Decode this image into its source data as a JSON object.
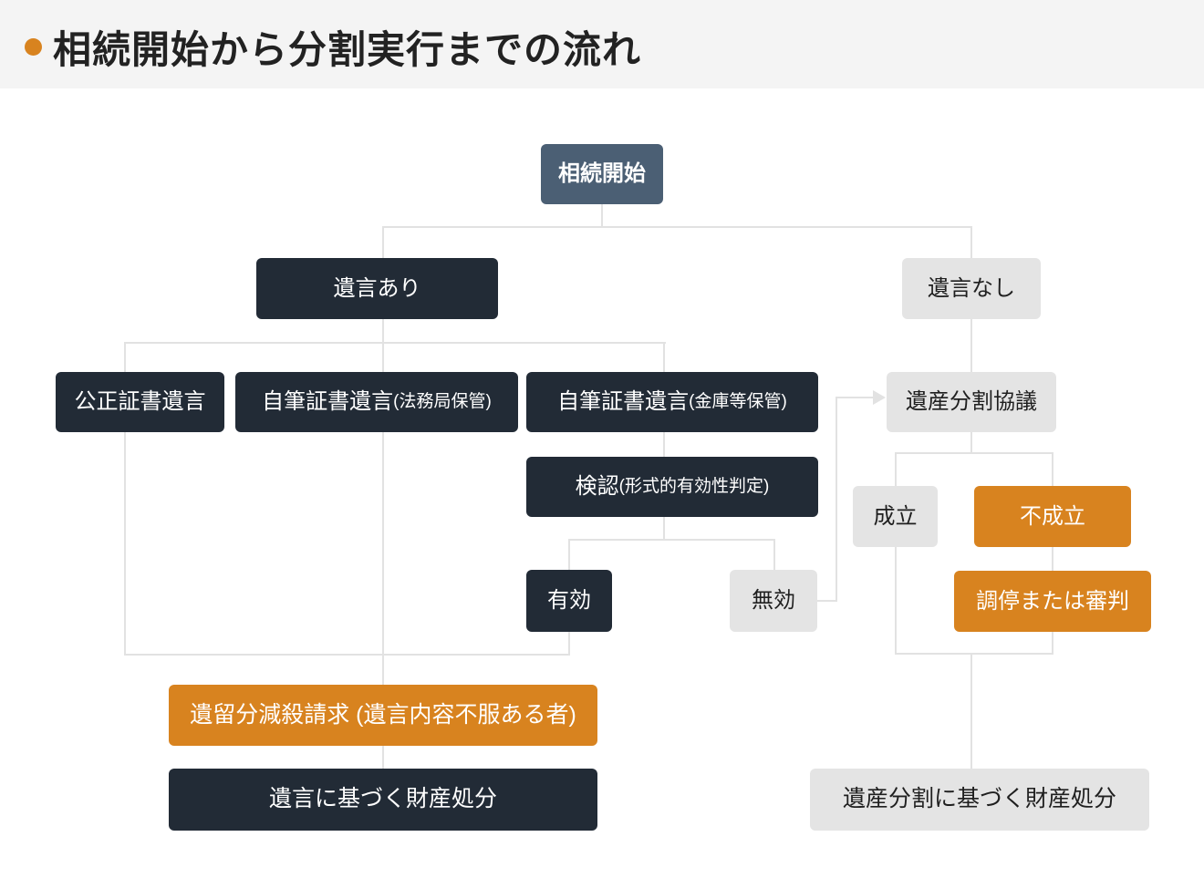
{
  "header": {
    "title": "相続開始から分割実行までの流れ"
  },
  "colors": {
    "slate": "#4b5f74",
    "dark": "#222b36",
    "light": "#e4e4e4",
    "orange": "#d8831f",
    "line": "#e2e2e2"
  },
  "nodes": {
    "start": {
      "label": "相続開始"
    },
    "will_yes": {
      "label": "遺言あり"
    },
    "will_no": {
      "label": "遺言なし"
    },
    "notarized": {
      "label": "公正証書遺言"
    },
    "holo_registry": {
      "label": "自筆証書遺言",
      "sublabel": "(法務局保管)"
    },
    "holo_safe": {
      "label": "自筆証書遺言",
      "sublabel": " (金庫等保管)"
    },
    "probate": {
      "label": "検認",
      "sublabel": " (形式的有効性判定)"
    },
    "valid": {
      "label": "有効"
    },
    "invalid": {
      "label": "無効"
    },
    "division_council": {
      "label": "遺産分割協議"
    },
    "agreed": {
      "label": "成立"
    },
    "not_agreed": {
      "label": "不成立"
    },
    "mediation": {
      "label": "調停または審判"
    },
    "legitime_claim": {
      "label": "遺留分減殺請求 (遺言内容不服ある者)"
    },
    "disposal_by_will": {
      "label": "遺言に基づく財産処分"
    },
    "disposal_by_division": {
      "label": "遺産分割に基づく財産処分"
    }
  }
}
